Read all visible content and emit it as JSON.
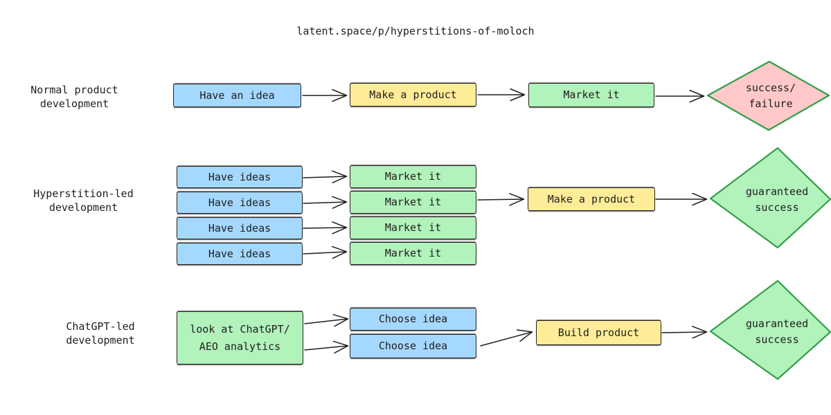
{
  "title": "latent.space/p/hyperstitions-of-moloch",
  "colors": {
    "blue_fill": "#a5d8ff",
    "yellow_fill": "#ffec99",
    "green_fill": "#b2f2bb",
    "pink_fill": "#ffc9c9",
    "box_stroke": "#1e1e1e",
    "diamond_stroke": "#2f9e44",
    "arrow": "#1e1e1e"
  },
  "rows": [
    {
      "label": "Normal product\ndevelopment",
      "boxes": [
        {
          "label": "Have an idea"
        },
        {
          "label": "Make a product"
        },
        {
          "label": "Market it"
        }
      ],
      "diamond": {
        "label": "success/\nfailure"
      }
    },
    {
      "label": "Hyperstition-led\ndevelopment",
      "idea_boxes": [
        {
          "label": "Have ideas"
        },
        {
          "label": "Have ideas"
        },
        {
          "label": "Have ideas"
        },
        {
          "label": "Have ideas"
        }
      ],
      "market_boxes": [
        {
          "label": "Market it"
        },
        {
          "label": "Market it"
        },
        {
          "label": "Market it"
        },
        {
          "label": "Market it"
        }
      ],
      "product_box": {
        "label": "Make a product"
      },
      "diamond": {
        "label": "guaranteed\nsuccess"
      }
    },
    {
      "label": "ChatGPT-led\ndevelopment",
      "analytics_box": {
        "label": "look at ChatGPT/\nAEO analytics"
      },
      "choose_boxes": [
        {
          "label": "Choose idea"
        },
        {
          "label": "Choose idea"
        }
      ],
      "product_box": {
        "label": "Build product"
      },
      "diamond": {
        "label": "guaranteed\nsuccess"
      }
    }
  ]
}
